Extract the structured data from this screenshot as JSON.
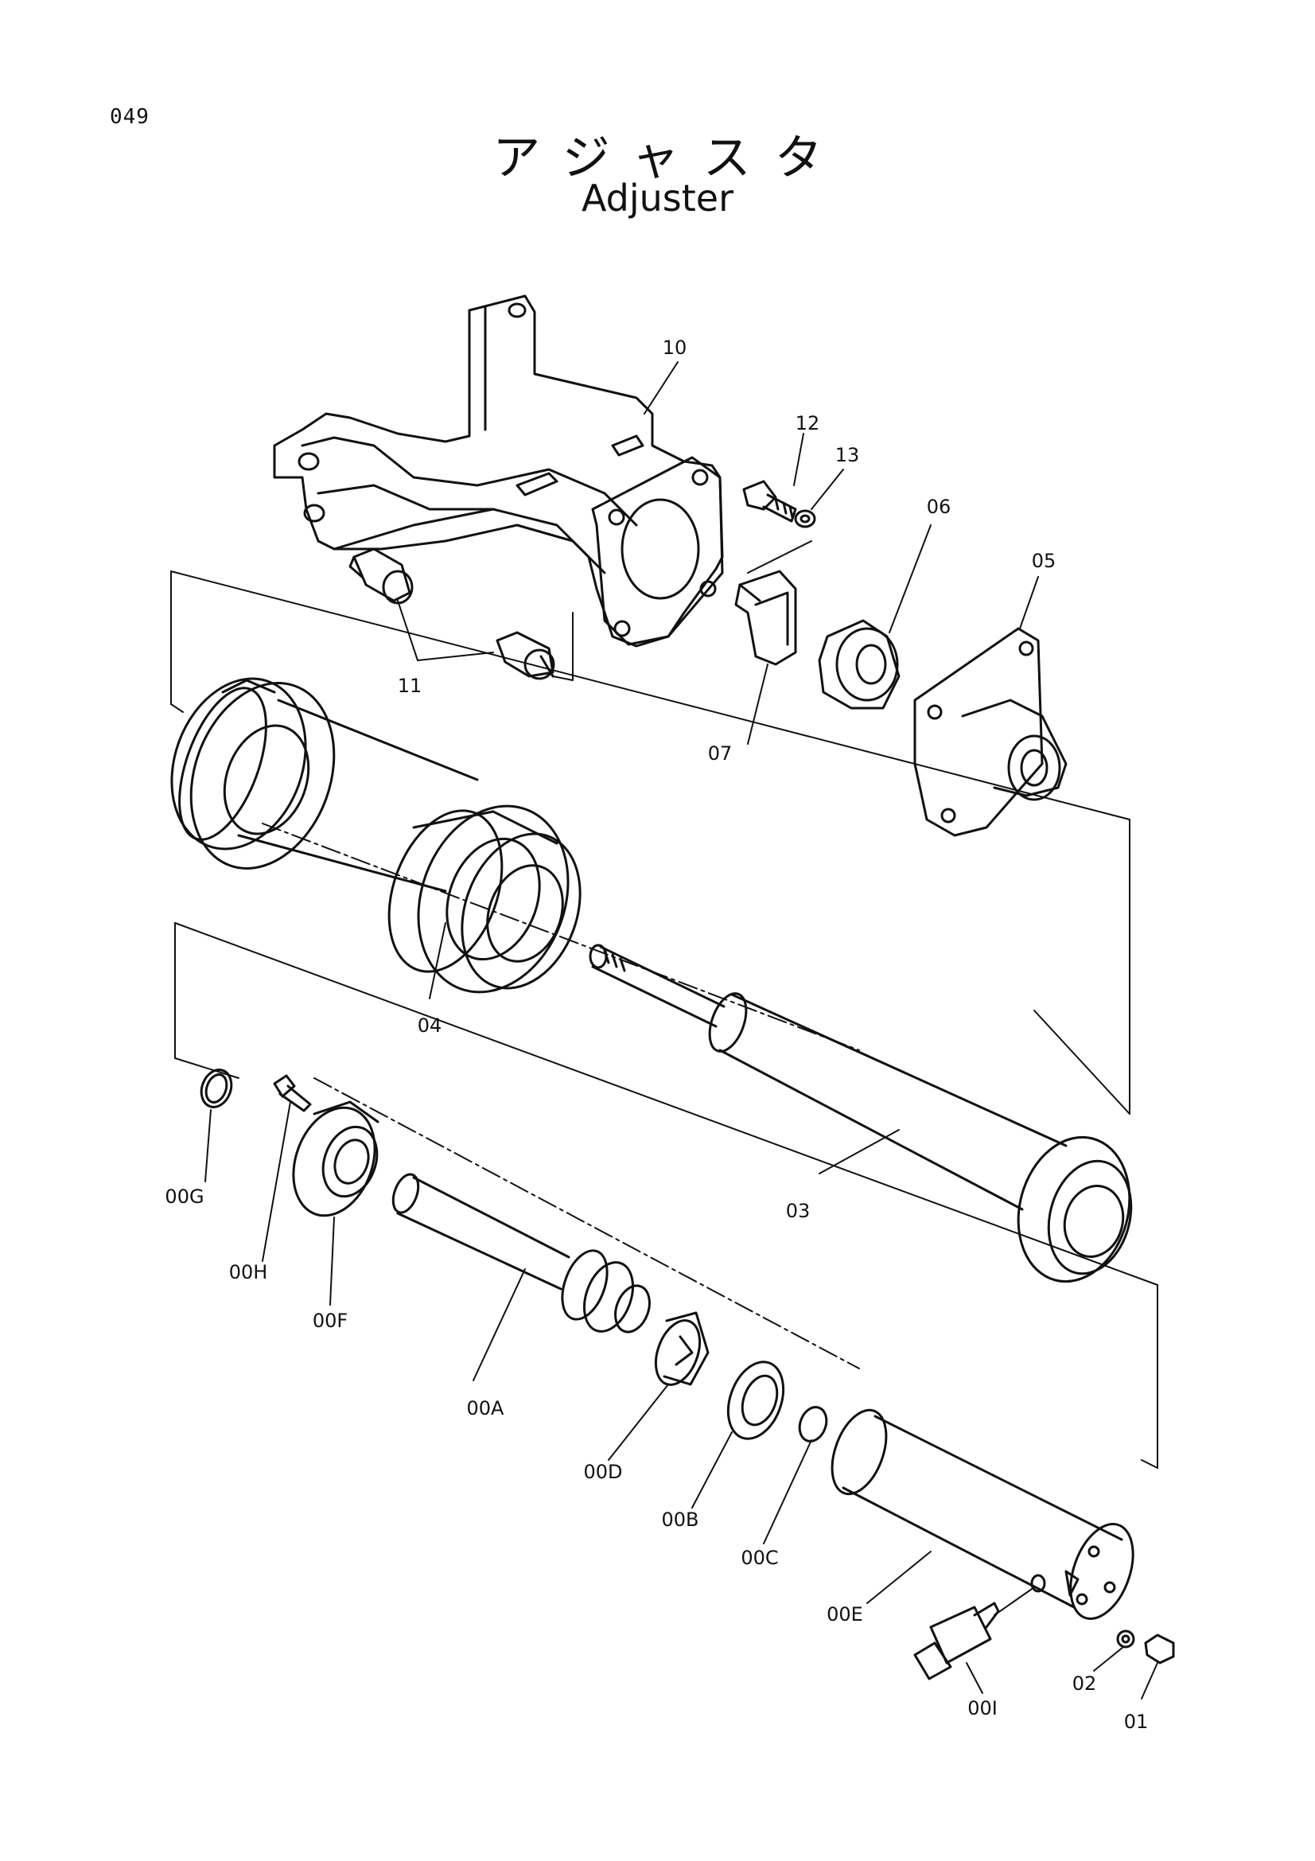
{
  "page_number": "049",
  "title_japanese": "アジャスタ",
  "title_english": "Adjuster",
  "callouts": {
    "p10": "10",
    "p12": "12",
    "p13": "13",
    "p06": "06",
    "p05": "05",
    "p11": "11",
    "p07": "07",
    "p04": "04",
    "p03": "03",
    "p00G": "00G",
    "p00H": "00H",
    "p00F": "00F",
    "p00A": "00A",
    "p00D": "00D",
    "p00B": "00B",
    "p00C": "00C",
    "p00E": "00E",
    "p00I": "00I",
    "p02": "02",
    "p01": "01"
  }
}
